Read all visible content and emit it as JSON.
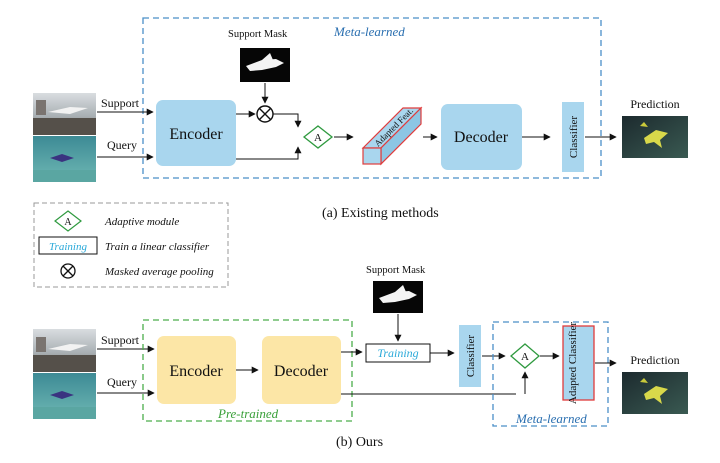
{
  "top": {
    "region_label": "Meta-learned",
    "support_mask_label": "Support Mask",
    "support_label": "Support",
    "query_label": "Query",
    "encoder": "Encoder",
    "adaptive_symbol": "A",
    "adapted_feat": "Adapted Feat.",
    "decoder": "Decoder",
    "classifier": "Classifier",
    "prediction": "Prediction",
    "caption": "(a) Existing methods"
  },
  "legend": {
    "adaptive_symbol": "A",
    "adaptive_desc": "Adaptive module",
    "training_box": "Training",
    "training_desc": "Train a linear classifier",
    "pooling_desc": "Masked average pooling"
  },
  "bottom": {
    "support_mask_label": "Support Mask",
    "support_label": "Support",
    "query_label": "Query",
    "encoder": "Encoder",
    "decoder": "Decoder",
    "pretrained_label": "Pre-trained",
    "training_box": "Training",
    "classifier": "Classifier",
    "adaptive_symbol": "A",
    "adapted_classifier": "Adapted Classifier",
    "meta_label": "Meta-learned",
    "prediction": "Prediction",
    "caption": "(b) Ours"
  },
  "colors": {
    "blue_region": "#4a8fc8",
    "blue_box": "#a9d6ee",
    "yellow_box": "#fce6a6",
    "green_region": "#4cae4c",
    "green_diamond": "#2f9a3f",
    "training_text": "#2aa9d9",
    "adapted_red": "#e03c3c"
  }
}
